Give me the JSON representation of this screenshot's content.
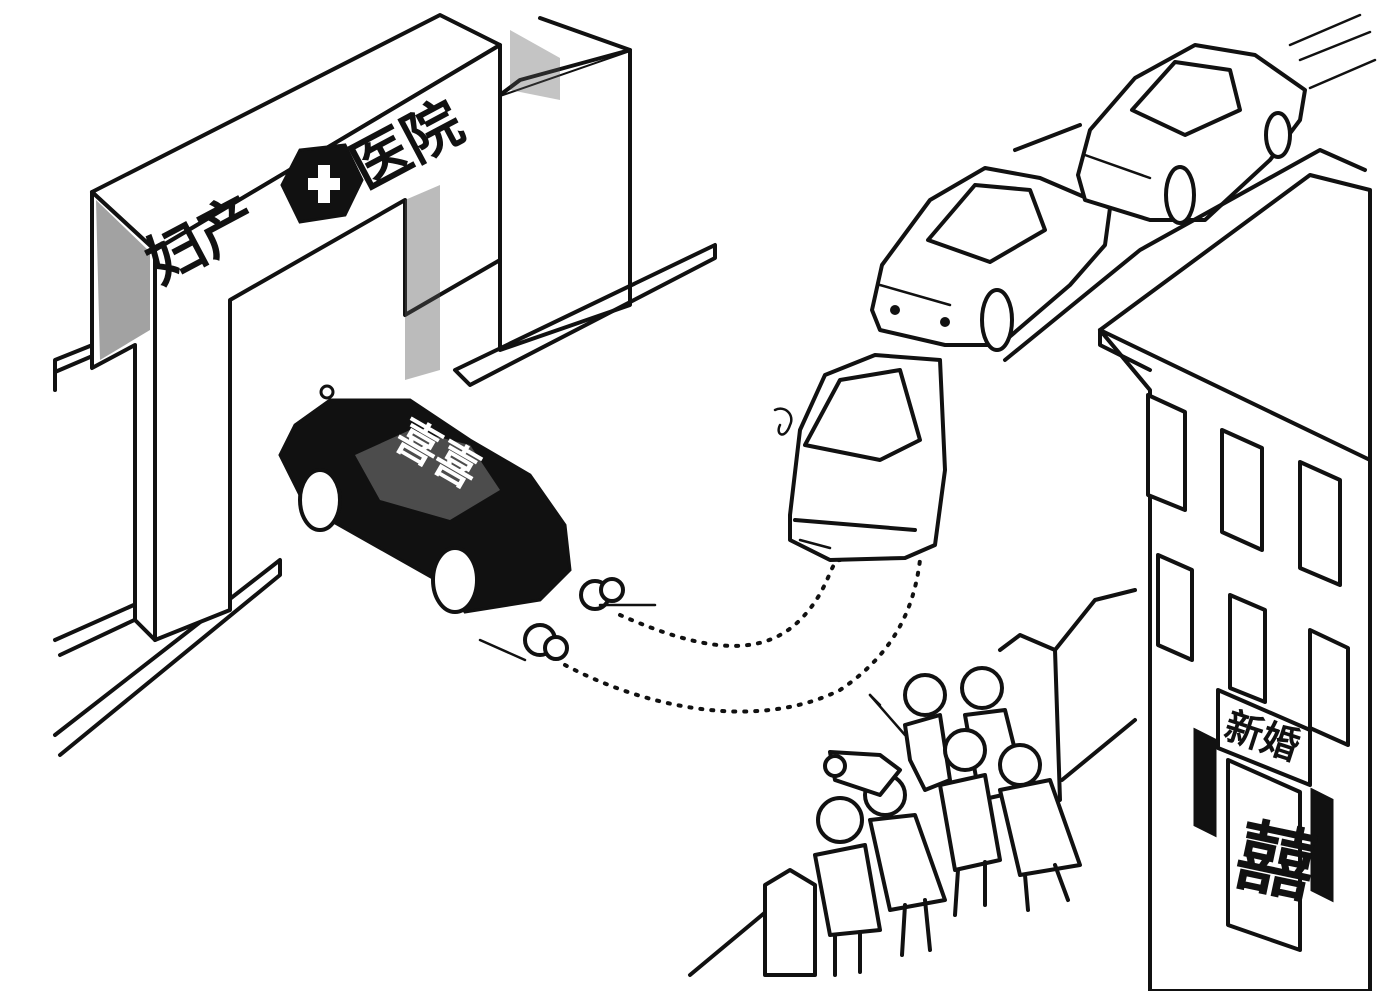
{
  "hospital_sign": {
    "left": "妇产",
    "right": "医院"
  },
  "hearse_roof": "喜喜",
  "building_sign": "新婚",
  "door_character": "囍",
  "colors": {
    "ink": "#111111",
    "paper": "#ffffff"
  }
}
